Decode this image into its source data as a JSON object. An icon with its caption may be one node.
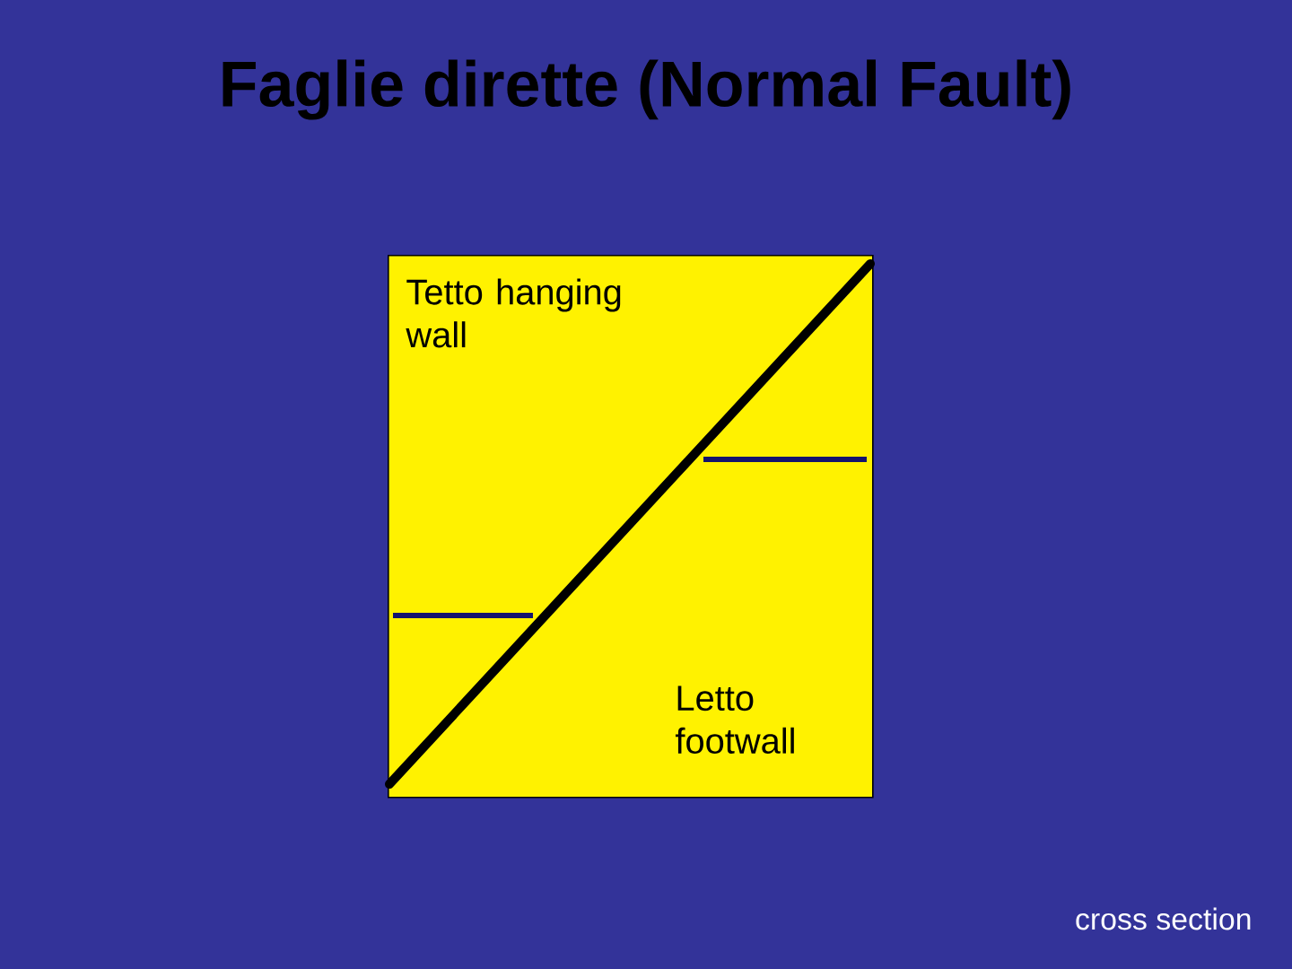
{
  "diagram": {
    "title": "Faglie dirette (Normal Fault)",
    "nodes": [
      {
        "text": [
          "Tetto hanging wall",
          "Letto footwall"
        ]
      }
    ],
    "labels": [
      "cross section"
    ]
  }
}
